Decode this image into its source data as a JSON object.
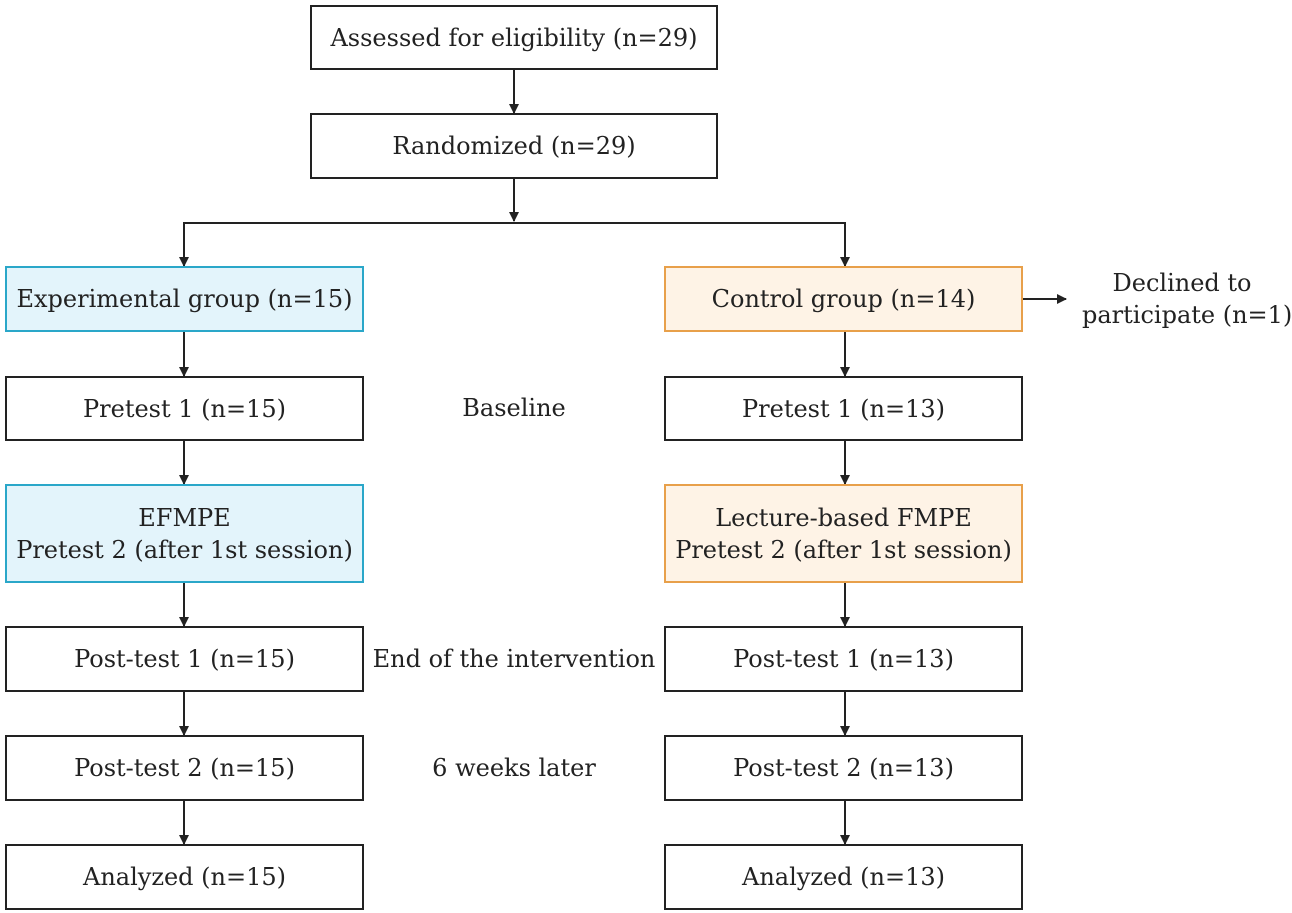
{
  "top": {
    "assessed": "Assessed for eligibility (n=29)",
    "randomized": "Randomized (n=29)"
  },
  "experimental": {
    "group": "Experimental group (n=15)",
    "pretest1": "Pretest 1 (n=15)",
    "intervention_line1": "EFMPE",
    "intervention_line2": "Pretest 2 (after 1st session)",
    "posttest1": "Post-test 1 (n=15)",
    "posttest2": "Post-test 2 (n=15)",
    "analyzed": "Analyzed (n=15)"
  },
  "control": {
    "group": "Control group (n=14)",
    "declined_line1": "Declined to",
    "declined_line2": "participate (n=1)",
    "pretest1": "Pretest 1 (n=13)",
    "intervention_line1": "Lecture-based FMPE",
    "intervention_line2": "Pretest 2 (after 1st session)",
    "posttest1": "Post-test 1 (n=13)",
    "posttest2": "Post-test 2 (n=13)",
    "analyzed": "Analyzed (n=13)"
  },
  "timepoints": {
    "baseline": "Baseline",
    "end": "End of the intervention",
    "later": "6 weeks later"
  },
  "colors": {
    "experimental_border": "#2aa7c9",
    "experimental_fill": "#e3f4fb",
    "control_border": "#e8a04a",
    "control_fill": "#fef3e6",
    "line": "#222222"
  }
}
